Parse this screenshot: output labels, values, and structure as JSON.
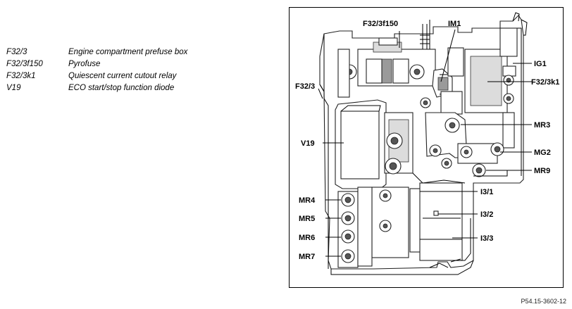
{
  "legend": [
    {
      "code": "F32/3",
      "description": "Engine compartment prefuse box"
    },
    {
      "code": "F32/3f150",
      "description": "Pyrofuse"
    },
    {
      "code": "F32/3k1",
      "description": "Quiescent current cutout relay"
    },
    {
      "code": "V19",
      "description": "ECO start/stop function diode"
    }
  ],
  "labels": {
    "f32_3f150": "F32/3f150",
    "im1": "IM1",
    "ig1": "IG1",
    "f32_3k1": "F32/3k1",
    "f32_3": "F32/3",
    "v19": "V19",
    "mr3": "MR3",
    "mg2": "MG2",
    "mr9": "MR9",
    "i3_1": "I3/1",
    "i3_2": "I3/2",
    "i3_3": "I3/3",
    "mr4": "MR4",
    "mr5": "MR5",
    "mr6": "MR6",
    "mr7": "MR7"
  },
  "figure_reference": "P54.15-3602-12"
}
